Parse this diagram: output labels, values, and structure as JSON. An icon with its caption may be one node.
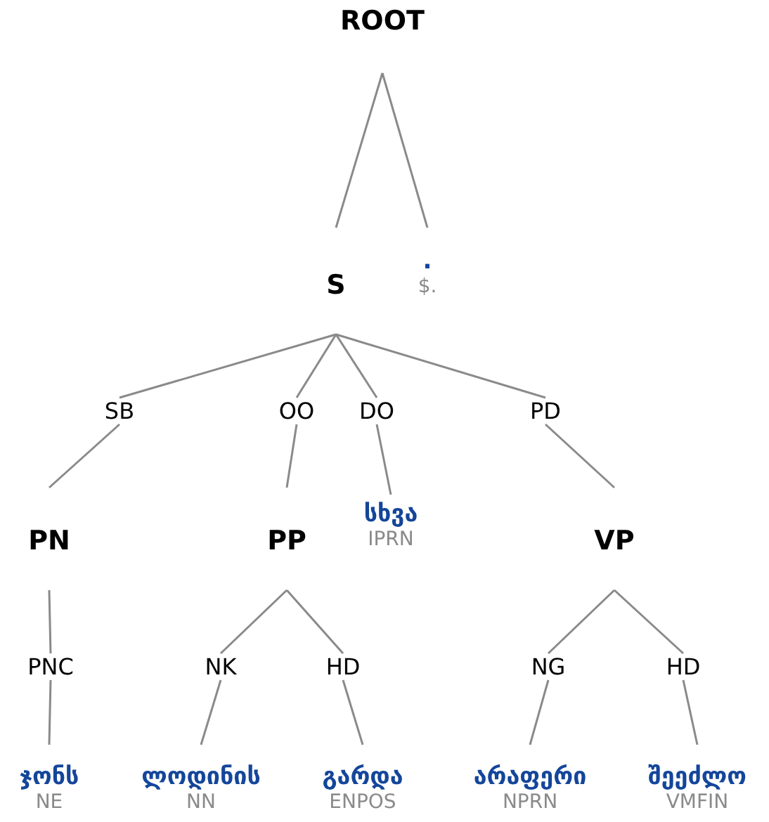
{
  "diagram": {
    "nodes": [
      {
        "text": [
          "ROOT"
        ]
      },
      {
        "text": [
          "S"
        ]
      },
      {
        "text": [
          ".",
          "$."
        ]
      },
      {
        "text": [
          "SB"
        ]
      },
      {
        "text": [
          "OO"
        ]
      },
      {
        "text": [
          "DO"
        ]
      },
      {
        "text": [
          "PD"
        ]
      },
      {
        "text": [
          "PN"
        ]
      },
      {
        "text": [
          "PP"
        ]
      },
      {
        "text": [
          "სხვა",
          "IPRN"
        ]
      },
      {
        "text": [
          "VP"
        ]
      },
      {
        "text": [
          "PNC"
        ]
      },
      {
        "text": [
          "NK"
        ]
      },
      {
        "text": [
          "HD"
        ]
      },
      {
        "text": [
          "NG"
        ]
      },
      {
        "text": [
          "HD"
        ]
      },
      {
        "text": [
          "ჯონს",
          "NE"
        ]
      },
      {
        "text": [
          "ლოდინის",
          "NN"
        ]
      },
      {
        "text": [
          "გარდა",
          "ENPOS"
        ]
      },
      {
        "text": [
          "არაფერი",
          "NPRN"
        ]
      },
      {
        "text": [
          "შეეძლო",
          "VMFIN"
        ]
      }
    ],
    "edges": [
      {
        "from": 0,
        "to": 1,
        "arrow": "none"
      },
      {
        "from": 0,
        "to": 2,
        "arrow": "none"
      },
      {
        "from": 1,
        "to": 3,
        "arrow": "none"
      },
      {
        "from": 1,
        "to": 4,
        "arrow": "none"
      },
      {
        "from": 1,
        "to": 5,
        "arrow": "none"
      },
      {
        "from": 1,
        "to": 6,
        "arrow": "none"
      },
      {
        "from": 3,
        "to": 7,
        "arrow": "none"
      },
      {
        "from": 4,
        "to": 8,
        "arrow": "none"
      },
      {
        "from": 5,
        "to": 9,
        "arrow": "none"
      },
      {
        "from": 6,
        "to": 10,
        "arrow": "none"
      },
      {
        "from": 7,
        "to": 11,
        "arrow": "none"
      },
      {
        "from": 8,
        "to": 12,
        "arrow": "none"
      },
      {
        "from": 8,
        "to": 13,
        "arrow": "none"
      },
      {
        "from": 10,
        "to": 14,
        "arrow": "none"
      },
      {
        "from": 10,
        "to": 15,
        "arrow": "none"
      },
      {
        "from": 11,
        "to": 16,
        "arrow": "none"
      },
      {
        "from": 12,
        "to": 17,
        "arrow": "none"
      },
      {
        "from": 13,
        "to": 18,
        "arrow": "none"
      },
      {
        "from": 14,
        "to": 19,
        "arrow": "none"
      },
      {
        "from": 15,
        "to": 20,
        "arrow": "none"
      }
    ]
  }
}
